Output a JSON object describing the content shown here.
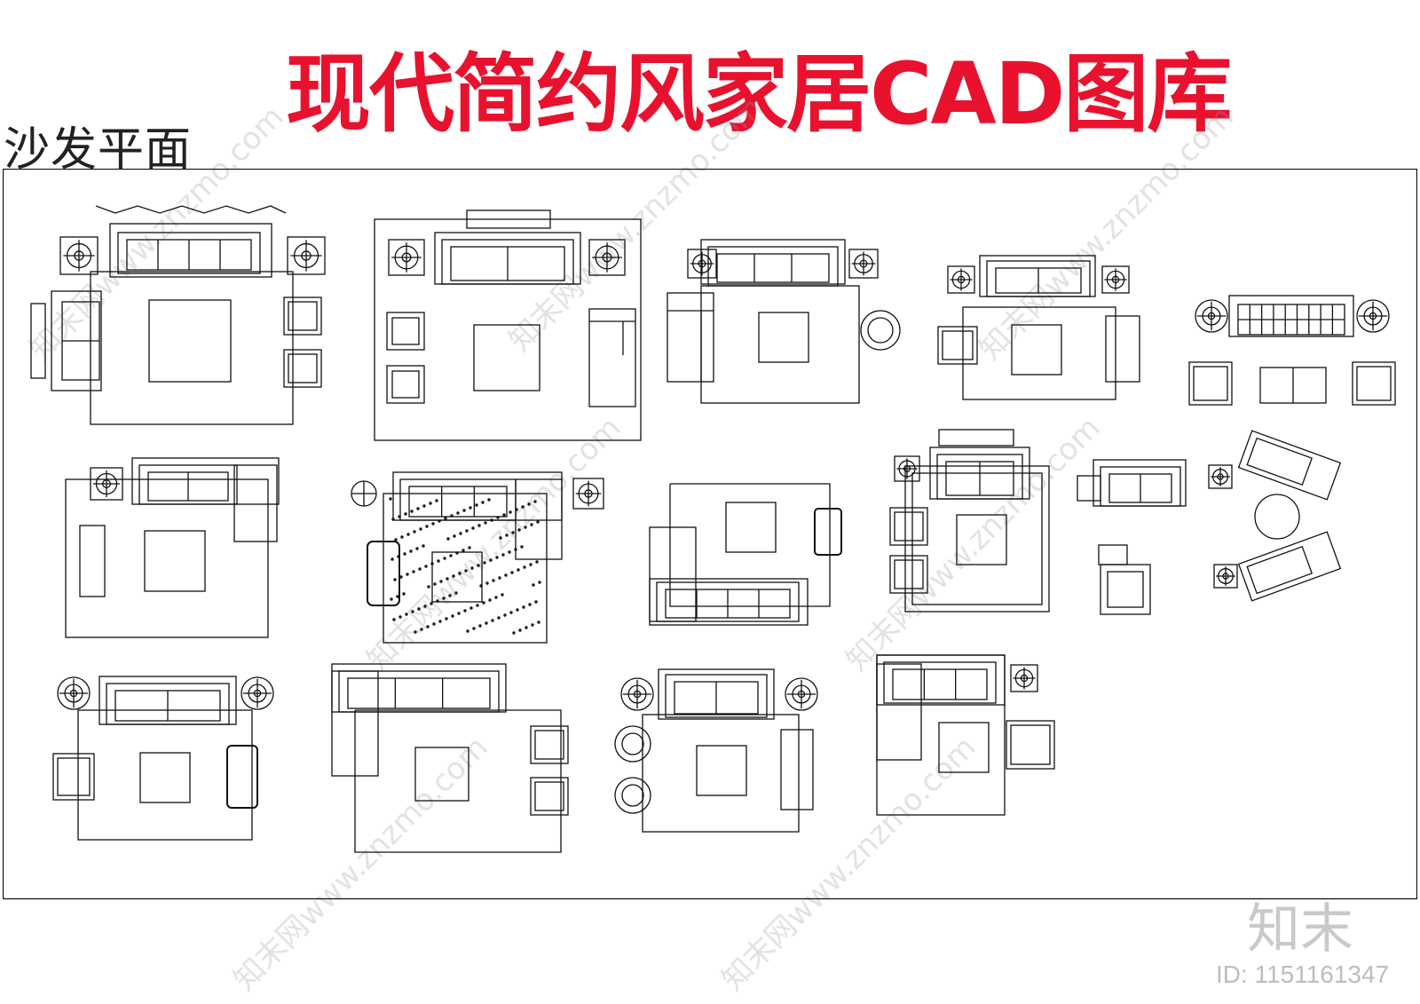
{
  "header": {
    "section_label": "沙发平面",
    "main_title": "现代简约风家居CAD图库"
  },
  "watermark": {
    "site": "znzmo.com",
    "logo_text": "知末",
    "id_text": "ID: 1151161347",
    "repeat_text": "知末网www.znzmo.com"
  },
  "drawing": {
    "type": "furniture-plan",
    "content": "sofa-layouts",
    "layout_count": 15
  },
  "colors": {
    "title": "#e8122f",
    "lines": "#111111",
    "watermark": "#c9c9c9"
  }
}
